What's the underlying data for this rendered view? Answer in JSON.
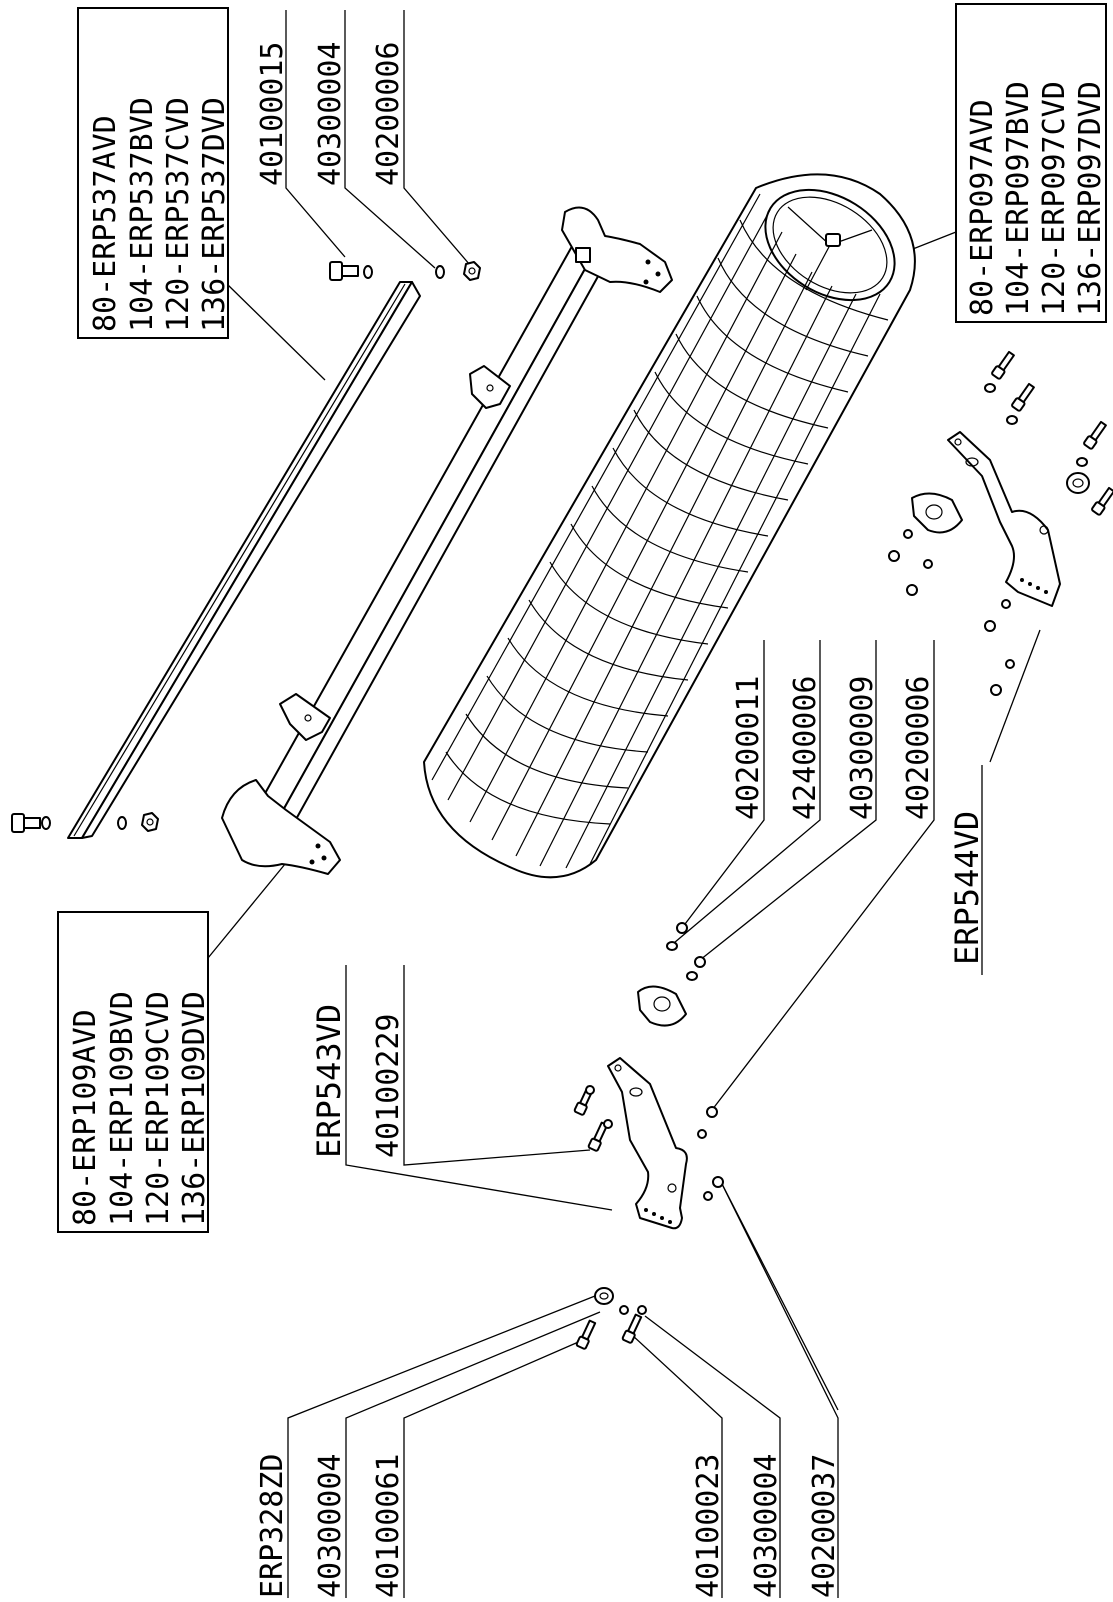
{
  "diagram": {
    "groups": {
      "side_rail": [
        "80-ERP537AVD",
        "104-ERP537BVD",
        "120-ERP537CVD",
        "136-ERP537DVD"
      ],
      "drum": [
        "80-ERP097AVD",
        "104-ERP097BVD",
        "120-ERP097CVD",
        "136-ERP097DVD"
      ],
      "frame": [
        "80-ERP109AVD",
        "104-ERP109BVD",
        "120-ERP109CVD",
        "136-ERP109DVD"
      ]
    },
    "top_labels": [
      "40100015",
      "40300004",
      "40200006"
    ],
    "right_bracket": "ERP544VD",
    "middle_labels": [
      "40200011",
      "42400006",
      "40300009",
      "40200006"
    ],
    "left_bracket": "ERP543VD",
    "left_bolt": "40100229",
    "bottom_labels": [
      "ERP328ZD",
      "40300004",
      "40100061",
      "40100023",
      "40300004",
      "40200037"
    ]
  }
}
